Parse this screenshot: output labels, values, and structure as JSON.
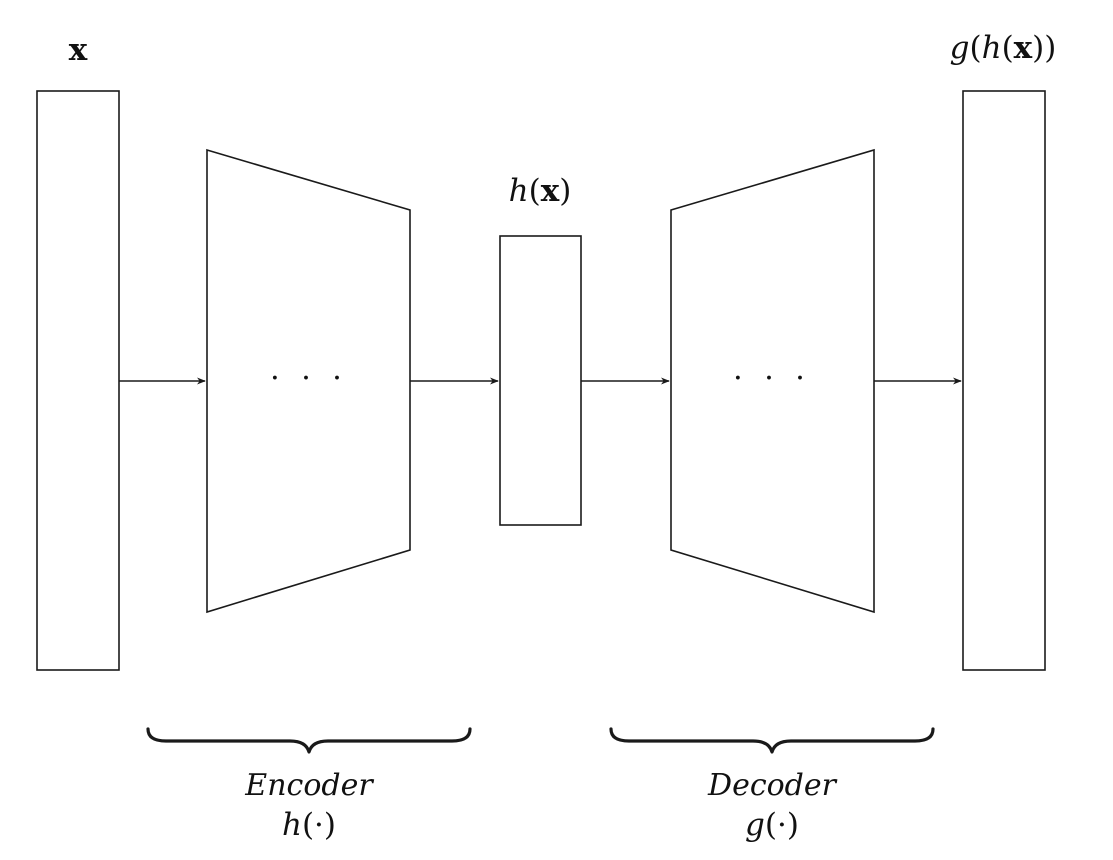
{
  "labels": {
    "input": "x",
    "latent": {
      "fn": "h",
      "open": "(",
      "var": "x",
      "close": ")"
    },
    "output": {
      "outer_fn": "g",
      "inner_fn": "h",
      "open": "(",
      "var": "x",
      "close": "))",
      "open2": "("
    },
    "encoder_dots": "· · ·",
    "decoder_dots": "· · ·"
  },
  "encoder": {
    "name": "Encoder",
    "fn": "h",
    "arg": "(·)"
  },
  "decoder": {
    "name": "Decoder",
    "fn": "g",
    "arg": "(·)"
  },
  "colors": {
    "stroke": "#1a1a1a",
    "fill": "#ffffff",
    "text": "#111111"
  }
}
